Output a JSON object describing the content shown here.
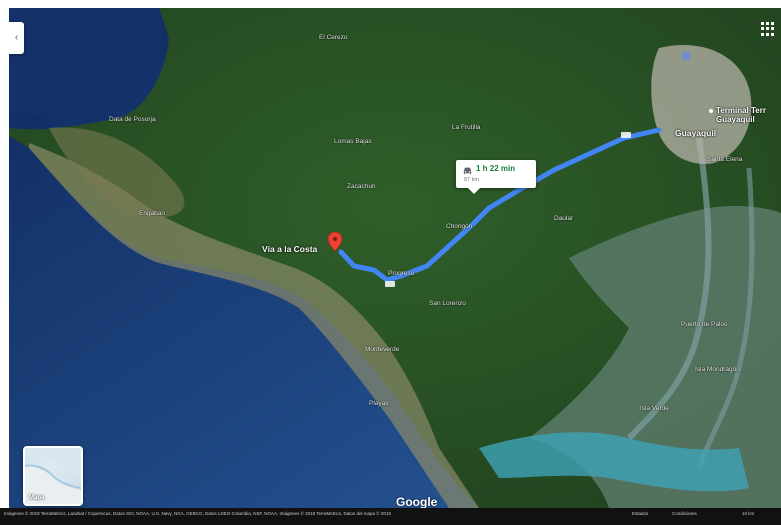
{
  "map": {
    "place_labels": [
      {
        "name": "El Cerezo",
        "size": "small"
      },
      {
        "name": "La Frutilla",
        "size": "small"
      },
      {
        "name": "Lomas Bajas",
        "size": "small"
      },
      {
        "name": "Zacachun",
        "size": "small"
      },
      {
        "name": "Chongón",
        "size": "small"
      },
      {
        "name": "Daular",
        "size": "small"
      },
      {
        "name": "Progreso",
        "size": "small"
      },
      {
        "name": "San Lorenzo",
        "size": "small"
      },
      {
        "name": "Santa Elena",
        "size": "small"
      },
      {
        "name": "Guayaquil",
        "size": "big"
      },
      {
        "name": "Puerto de Palos",
        "size": "small"
      },
      {
        "name": "Isla Mondragón",
        "size": "small"
      },
      {
        "name": "Isla Verde",
        "size": "small"
      },
      {
        "name": "Monteverde",
        "size": "small"
      },
      {
        "name": "Playas",
        "size": "small"
      },
      {
        "name": "Engabao",
        "size": "small"
      },
      {
        "name": "Data de Posorja",
        "size": "small"
      }
    ],
    "destination": {
      "label": "Vía a la Costa"
    },
    "route": {
      "duration": "1 h 22 min",
      "distance": "87 km",
      "color": "#4285f4",
      "icon": "car-icon"
    },
    "terminal": {
      "line1": "Terminal Terr",
      "line2": "Guayaquil"
    },
    "logo": "Google",
    "layer_toggle": {
      "label": "Mapa"
    },
    "collapse_icon": "chevron-left-icon",
    "apps_icon": "grid-icon"
  },
  "attribution": {
    "imagery": "Imágenes © 2019 TerraMetrics, Landsat / Copernicus, Datos SIO, NOAA, U.S. Navy, NGA, GEBCO, Datos LDEO-Columbia, NSF, NOAA, Imágenes © 2019 TerraMetrics, Datos del mapa © 2019",
    "country": "Estados",
    "terms": "Condiciones",
    "scale": "10 km"
  },
  "colors": {
    "ocean": "#1d3f7a",
    "land": "#2f5a2c",
    "route": "#4285f4"
  }
}
